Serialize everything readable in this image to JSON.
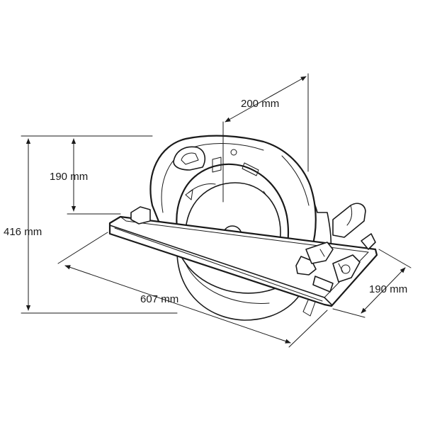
{
  "dimensions": {
    "total_height": "416 mm",
    "upper_height": "190 mm",
    "depth_top": "200 mm",
    "length": "607 mm",
    "width": "190 mm"
  },
  "colors": {
    "ink": "#1a1a1a",
    "background": "#ffffff"
  }
}
